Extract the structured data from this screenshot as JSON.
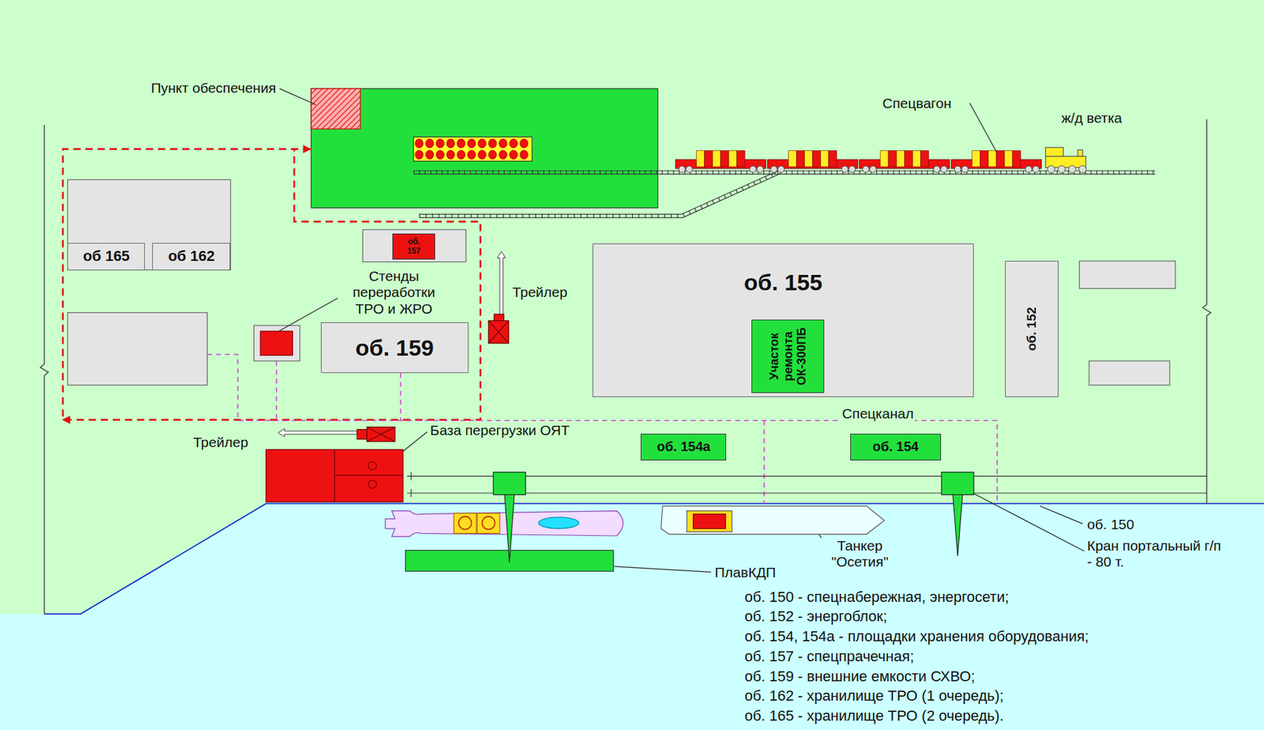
{
  "diagram": {
    "nodes": [
      {
        "text": [
          "об 165"
        ]
      },
      {
        "text": [
          "об 162"
        ]
      },
      {
        "text": [
          "об. 157"
        ]
      },
      {
        "text": [
          "об. 159"
        ]
      },
      {
        "text": [
          "об. 155"
        ]
      },
      {
        "text": [
          "Участок ремонта ОК-300ПБ"
        ],
        "in": 4
      },
      {
        "text": [
          "об. 152"
        ]
      },
      {
        "text": [
          "об. 154а"
        ]
      },
      {
        "text": [
          "об. 154"
        ]
      }
    ],
    "labels": [
      "Пункт обеспечения",
      "Спецвагон",
      "ж/д ветка",
      "Стенды переработки ТРО и ЖРО",
      "Трейлер",
      "Трейлер",
      "База перегрузки ОЯТ",
      "Спецканал",
      "об. 150",
      "Кран портальный г/п - 80 т.",
      "Танкер \"Осетия\"",
      "ПлавКДП",
      "об. 150 - спецнабережная, энергосети;",
      "об. 152 - энергоблок;",
      "об. 154, 154а - площадки хранения оборудования;",
      "об. 157 - спецпрачечная;",
      "об. 159 - внешние емкости СХВО;",
      "об. 162 - хранилище ТРО (1 очередь);",
      "об. 165 - хранилище ТРО (2 очередь)."
    ]
  }
}
